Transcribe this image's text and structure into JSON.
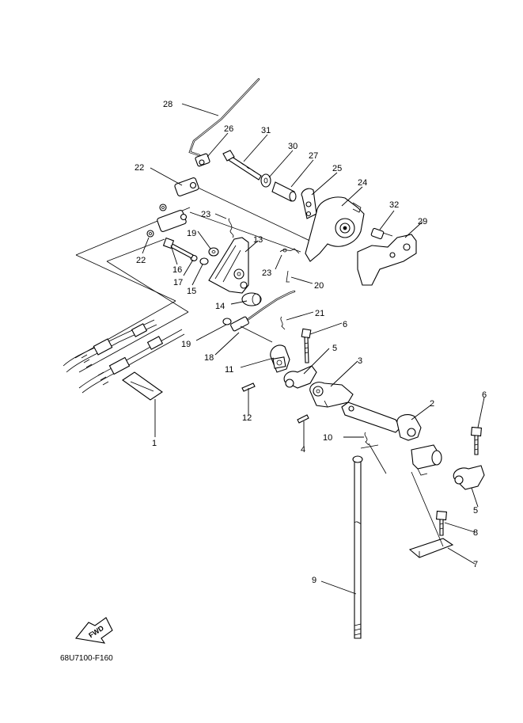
{
  "diagram": {
    "code": "68U7100-F160",
    "fwd_label": "FWD",
    "parts": [
      {
        "ref": "1"
      },
      {
        "ref": "2"
      },
      {
        "ref": "3"
      },
      {
        "ref": "4"
      },
      {
        "ref": "5"
      },
      {
        "ref": "5"
      },
      {
        "ref": "6"
      },
      {
        "ref": "6"
      },
      {
        "ref": "7"
      },
      {
        "ref": "8"
      },
      {
        "ref": "9"
      },
      {
        "ref": "10"
      },
      {
        "ref": "11"
      },
      {
        "ref": "12"
      },
      {
        "ref": "13"
      },
      {
        "ref": "14"
      },
      {
        "ref": "15"
      },
      {
        "ref": "16"
      },
      {
        "ref": "17"
      },
      {
        "ref": "18"
      },
      {
        "ref": "19"
      },
      {
        "ref": "19"
      },
      {
        "ref": "20"
      },
      {
        "ref": "21"
      },
      {
        "ref": "22"
      },
      {
        "ref": "22"
      },
      {
        "ref": "23"
      },
      {
        "ref": "23"
      },
      {
        "ref": "24"
      },
      {
        "ref": "25"
      },
      {
        "ref": "26"
      },
      {
        "ref": "27"
      },
      {
        "ref": "28"
      },
      {
        "ref": "29"
      },
      {
        "ref": "30"
      },
      {
        "ref": "31"
      },
      {
        "ref": "32"
      }
    ]
  }
}
